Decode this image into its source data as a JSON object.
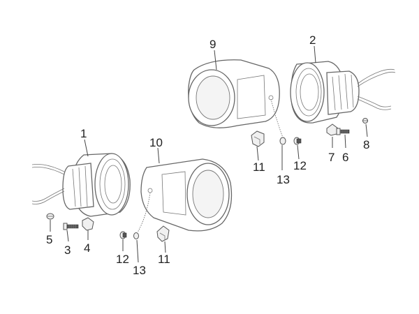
{
  "callouts": {
    "c1": "1",
    "c2": "2",
    "c3": "3",
    "c4": "4",
    "c5": "5",
    "c6": "6",
    "c7": "7",
    "c8": "8",
    "c9": "9",
    "c10": "10",
    "c11_left": "11",
    "c11_right": "11",
    "c12_left": "12",
    "c12_right": "12",
    "c13_left": "13",
    "c13_right": "13"
  }
}
